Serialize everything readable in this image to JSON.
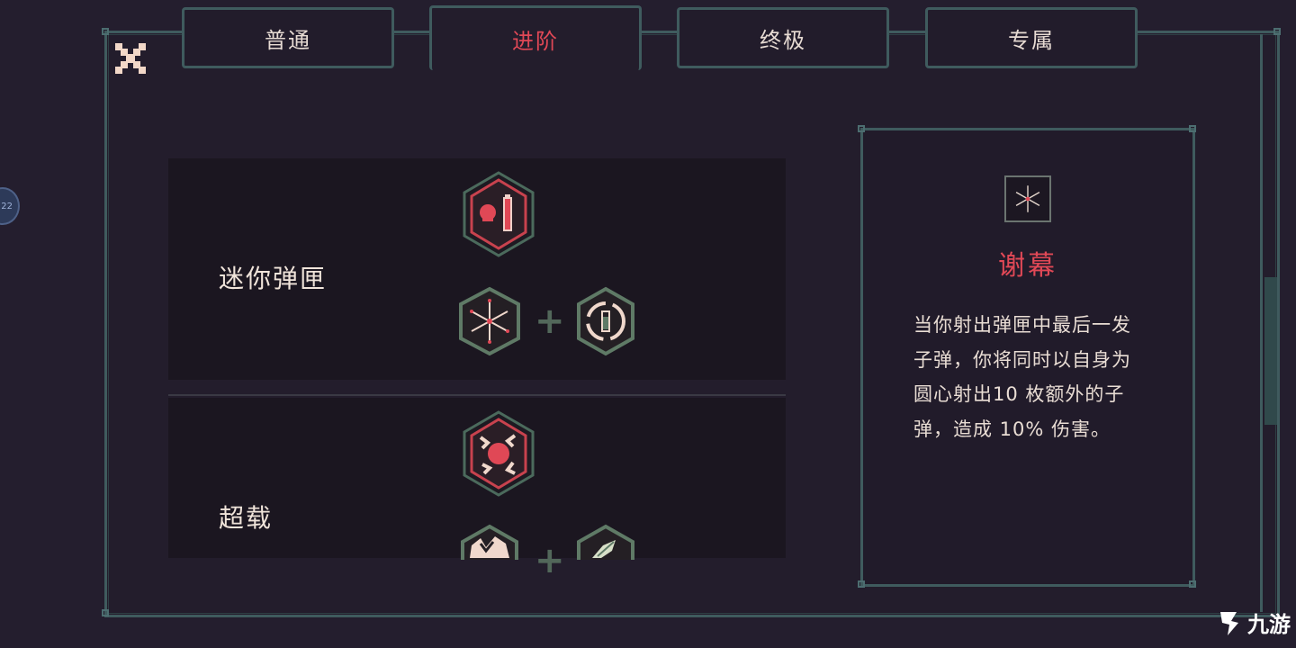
{
  "tabs": [
    {
      "label": "普通",
      "active": false
    },
    {
      "label": "进阶",
      "active": true
    },
    {
      "label": "终极",
      "active": false
    },
    {
      "label": "专属",
      "active": false
    }
  ],
  "colors": {
    "accent": "#e04856",
    "border": "#3f5b5e",
    "background": "#241e2e"
  },
  "recipes": [
    {
      "name": "迷你弹匣"
    },
    {
      "name": "超载"
    }
  ],
  "detail": {
    "title": "谢幕",
    "description": "当你射出弹匣中最后一发子弹，你将同时以自身为圆心射出10 枚额外的子弹，造成 10% 伤害。"
  },
  "side_badge": "22",
  "watermark": "九游",
  "icons": [
    "close-icon",
    "mini-magazine-icon",
    "finale-icon",
    "reload-bullet-icon",
    "overload-icon",
    "cracked-icon",
    "leaf-icon"
  ]
}
